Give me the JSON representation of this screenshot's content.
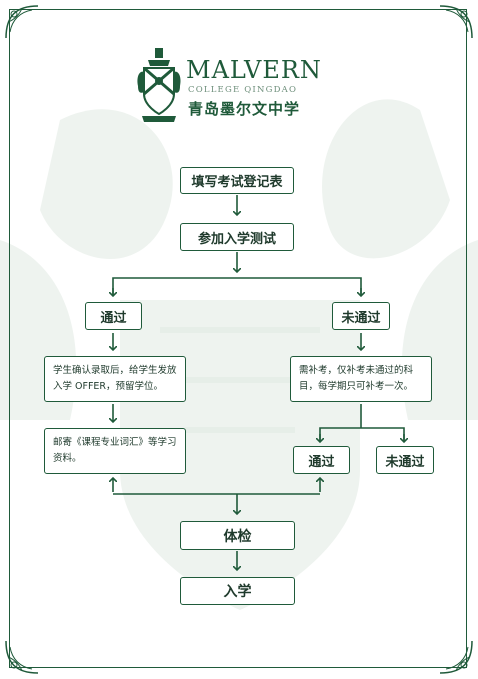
{
  "logo": {
    "name": "MALVERN",
    "subtitle": "COLLEGE QINGDAO",
    "name_cn": "青岛墨尔文中学"
  },
  "flow": {
    "step_register": "填写考试登记表",
    "step_test": "参加入学测试",
    "branch_pass": "通过",
    "branch_fail": "未通过",
    "pass_note": "学生确认录取后，给学生发放入学 OFFER，预留学位。",
    "mail_note": "邮寄《课程专业词汇》等学习资料。",
    "fail_note": "需补考，仅补考未通过的科目，每学期只可补考一次。",
    "retake_pass": "通过",
    "retake_fail": "未通过",
    "step_exam": "体检",
    "step_enroll": "入学"
  },
  "colors": {
    "primary": "#1f5a3a",
    "text": "#1f3a2c",
    "watermark": "#eef3ef"
  }
}
